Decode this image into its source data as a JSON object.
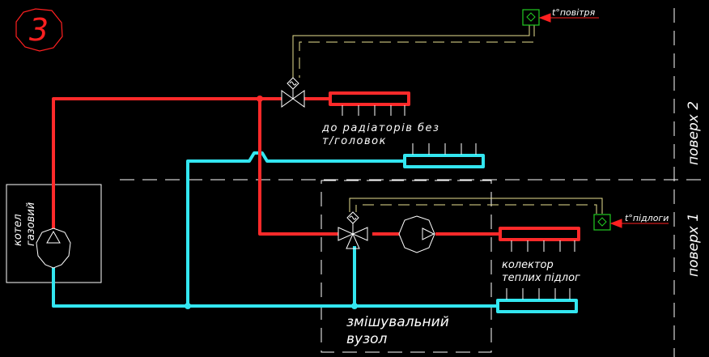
{
  "badge": {
    "number": "3",
    "color": "#ff2020"
  },
  "colors": {
    "supply": "#ff2a2a",
    "return": "#33e6f0",
    "control": "#e8e090",
    "sensor": "#22cc22",
    "dashed": "#ffffff",
    "text": "#ffffff"
  },
  "labels": {
    "sensor_air": "t°повітря",
    "sensor_floor": "t°підлоги",
    "radiators": [
      "до радіаторів без",
      "т/головок"
    ],
    "collector": [
      "колектор",
      "теплих підлог"
    ],
    "mixing_unit": [
      "змішувальний",
      "вузол"
    ],
    "boiler": [
      "котел",
      "газовий"
    ],
    "floor_2": "поверх 2",
    "floor_1": "поверх 1"
  },
  "icons": {
    "boiler_pump": "pump-icon",
    "mixing_pump": "pump-icon",
    "two_way_valve": "motorized-two-way-valve-icon",
    "three_way_valve": "motorized-three-way-valve-icon",
    "air_sensor": "temperature-sensor-icon",
    "floor_sensor": "temperature-sensor-icon"
  }
}
